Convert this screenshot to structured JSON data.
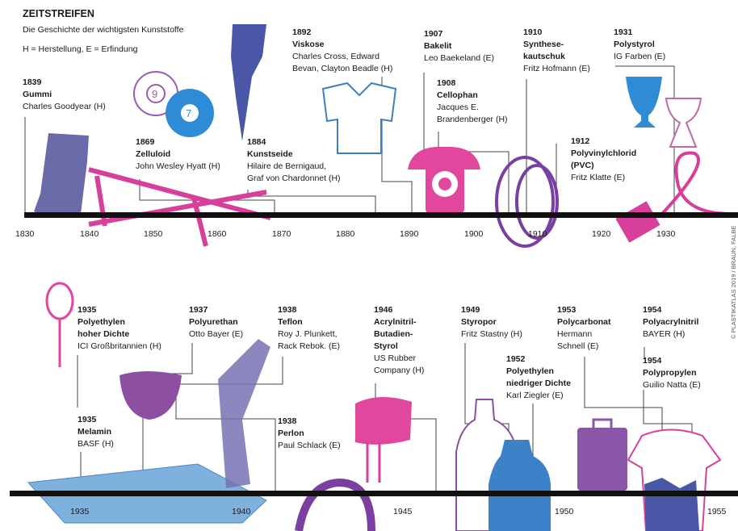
{
  "header": {
    "title": "ZEITSTREIFEN",
    "subtitle": "Die Geschichte der wichtigsten Kunststoffe",
    "legend": "H = Herstellung, E = Erfindung"
  },
  "credit": "© PLASTIKATLAS 2019 / BRAUN, FALBE",
  "colors": {
    "axis": "#111111",
    "violet": "#6d4fa6",
    "slate": "#5b5a9c",
    "magenta": "#e0479d",
    "blue": "#2e8bd6",
    "lightblue": "#6aa6d8",
    "purple": "#8d4fa0",
    "guide": "#444444"
  },
  "timeline_top": {
    "ticks": [
      "1830",
      "1840",
      "1850",
      "1860",
      "1870",
      "1880",
      "1890",
      "1900",
      "1910",
      "1920",
      "1930"
    ],
    "events": [
      {
        "year": "1839",
        "name": "Gummi",
        "details": [
          "Charles Goodyear (H)"
        ]
      },
      {
        "year": "1869",
        "name": "Zelluloid",
        "details": [
          "John Wesley Hyatt (H)"
        ]
      },
      {
        "year": "1884",
        "name": "Kunstseide",
        "details": [
          "Hilaire de Bernigaud,",
          "Graf von Chardonnet (H)"
        ]
      },
      {
        "year": "1892",
        "name": "Viskose",
        "details": [
          "Charles Cross, Edward",
          "Bevan, Clayton Beadle (H)"
        ]
      },
      {
        "year": "1907",
        "name": "Bakelit",
        "details": [
          "Leo Baekeland (E)"
        ]
      },
      {
        "year": "1908",
        "name": "Cellophan",
        "details": [
          "Jacques E.",
          "Brandenberger (H)"
        ]
      },
      {
        "year": "1910",
        "name": "Synthese-",
        "details": [
          "kautschuk",
          "Fritz Hofmann (E)"
        ]
      },
      {
        "year": "1912",
        "name": "Polyvinylchlorid",
        "details": [
          "(PVC)",
          "Fritz Klatte (E)"
        ]
      },
      {
        "year": "1931",
        "name": "Polystyrol",
        "details": [
          "IG Farben (E)"
        ]
      }
    ]
  },
  "timeline_bottom": {
    "ticks": [
      "1935",
      "1940",
      "1945",
      "1950",
      "1955"
    ],
    "events": [
      {
        "year": "1935",
        "name": "Polyethylen",
        "details": [
          "hoher Dichte",
          "ICI Großbritannien (H)"
        ]
      },
      {
        "year": "1935",
        "name": "Melamin",
        "details": [
          "BASF (H)"
        ]
      },
      {
        "year": "1937",
        "name": "Polyurethan",
        "details": [
          "Otto Bayer (E)"
        ]
      },
      {
        "year": "1938",
        "name": "Teflon",
        "details": [
          "Roy J. Plunkett,",
          "Rack Rebok. (E)"
        ]
      },
      {
        "year": "1938",
        "name": "Perlon",
        "details": [
          "Paul Schlack (E)"
        ]
      },
      {
        "year": "1946",
        "name": "Acrylnitril-",
        "details": [
          "Butadien-",
          "Styrol",
          "US Rubber",
          "Company (H)"
        ]
      },
      {
        "year": "1949",
        "name": "Styropor",
        "details": [
          "Fritz Stastny (H)"
        ]
      },
      {
        "year": "1952",
        "name": "Polyethylen",
        "details": [
          "niedriger Dichte",
          "Karl Ziegler (E)"
        ]
      },
      {
        "year": "1953",
        "name": "Polycarbonat",
        "details": [
          "Hermann",
          "Schnell (E)"
        ]
      },
      {
        "year": "1954",
        "name": "Polyacrylnitril",
        "details": [
          "BAYER (H)"
        ]
      },
      {
        "year": "1954",
        "name": "Polypropylen",
        "details": [
          "Guilio Natta (E)"
        ]
      }
    ]
  },
  "illustrations": [
    "boot",
    "billiard-ball-9",
    "billiard-ball-7",
    "ladder-film-strip",
    "scarf",
    "blouse",
    "telephone",
    "tire",
    "goblet",
    "egg-cup",
    "cable-plug",
    "spoon",
    "bowl",
    "mattress",
    "stockings",
    "hand-mixer",
    "pan",
    "bottle",
    "detergent-bottle",
    "suitcase",
    "t-shirt"
  ]
}
